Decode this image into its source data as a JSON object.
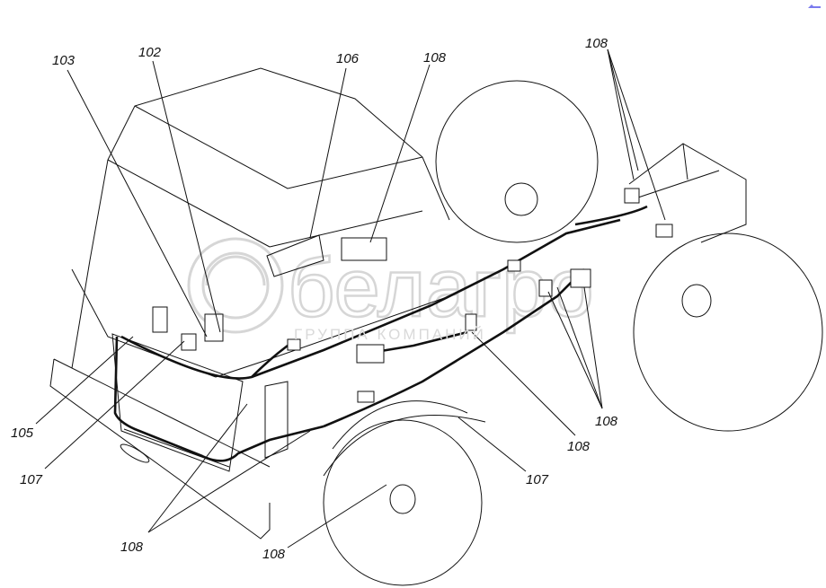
{
  "diagram": {
    "title": "Truck cab and chassis wiring harness layout",
    "callouts": [
      {
        "id": "103",
        "text": "103"
      },
      {
        "id": "102",
        "text": "102"
      },
      {
        "id": "106",
        "text": "106"
      },
      {
        "id": "108-top",
        "text": "108"
      },
      {
        "id": "108-top-right",
        "text": "108"
      },
      {
        "id": "105",
        "text": "105"
      },
      {
        "id": "107-left",
        "text": "107"
      },
      {
        "id": "108-bottom-left",
        "text": "108"
      },
      {
        "id": "108-bottom-mid",
        "text": "108"
      },
      {
        "id": "107-right",
        "text": "107"
      },
      {
        "id": "108-center",
        "text": "108"
      },
      {
        "id": "108-right",
        "text": "108"
      }
    ],
    "watermark": {
      "brand": "белагро",
      "subtitle": "ГРУППА КОМПАНИЙ"
    },
    "colors": {
      "line": "#111111",
      "watermark": "#d6d6d6",
      "corner_icon": "#7a7aee"
    }
  }
}
